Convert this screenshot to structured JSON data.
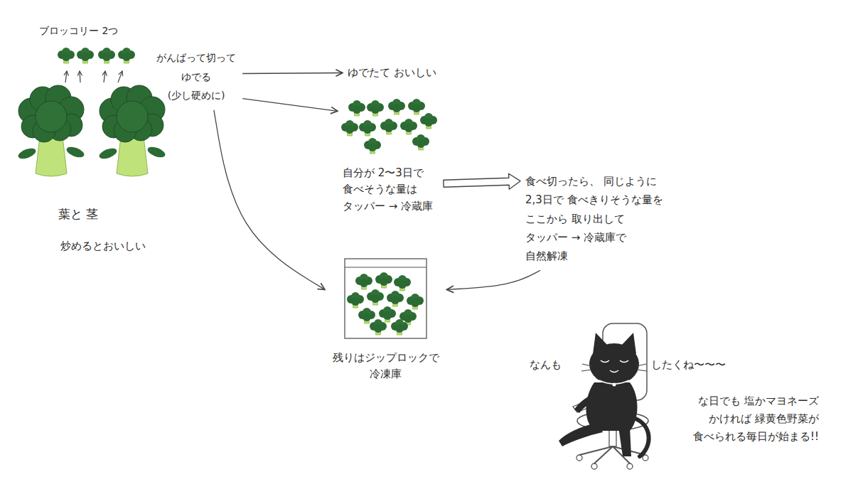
{
  "diagram": {
    "nodes": [
      {
        "text": [
          "がんばって切って ゆでる (少し硬めに)"
        ]
      },
      {
        "text": [
          "ゆでたて おいしい"
        ]
      },
      {
        "text": [
          "自分が 2〜3日で 食べそうな量は タッパー → 冷蔵庫"
        ]
      },
      {
        "text": [
          "食べ切ったら、 同じように 2,3日で 食べきりそうな量を ここから 取り出して タッパー → 冷蔵庫で 自然解凍"
        ]
      },
      {
        "text": [
          "残りはジップロックで 冷凍庫"
        ]
      }
    ],
    "edges": [
      {
        "from": 0,
        "to": 1,
        "arrow": "to"
      },
      {
        "from": 0,
        "to": 2,
        "arrow": "to"
      },
      {
        "from": 0,
        "to": 4,
        "arrow": "to"
      },
      {
        "from": 2,
        "to": 3,
        "arrow": "to"
      },
      {
        "from": 3,
        "to": 4,
        "arrow": "to"
      }
    ],
    "labels": [
      "ブロッコリー 2つ",
      "葉と 茎",
      "炒めるとおいしい",
      "なんも",
      "したくね〜〜〜",
      "な日でも 塩かマヨネーズ かければ 緑黄色野菜が 食べられる毎日が始まる!!"
    ]
  }
}
